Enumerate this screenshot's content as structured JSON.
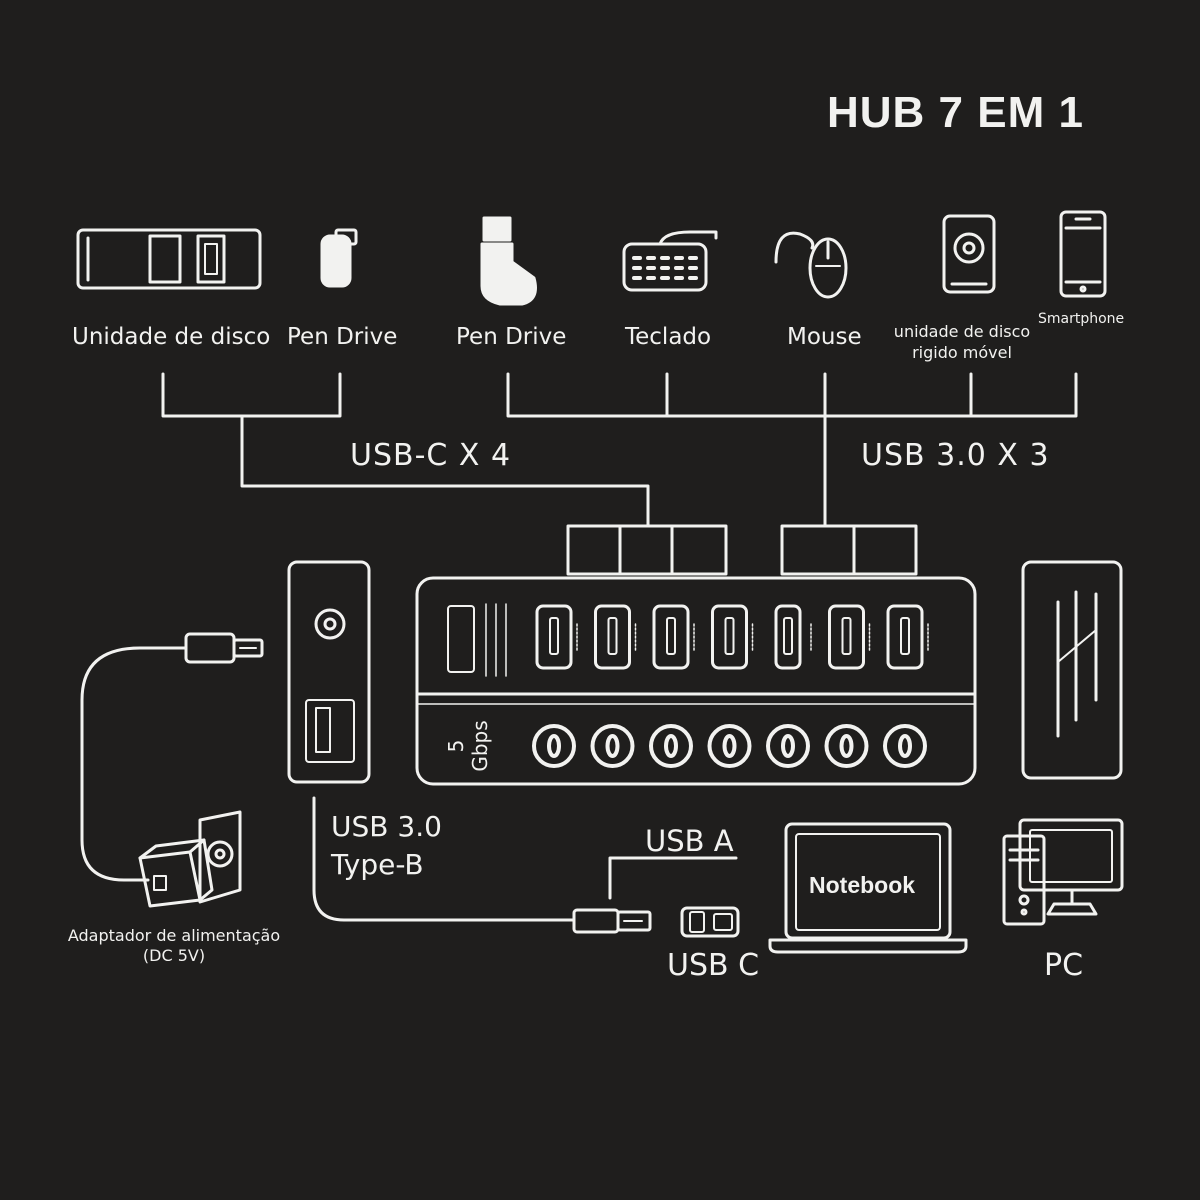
{
  "title": "HUB 7 EM 1",
  "devices": {
    "hard_drive": "Unidade de disco",
    "pen_drive_1": "Pen Drive",
    "pen_drive_2": "Pen Drive",
    "keyboard": "Teclado",
    "mouse": "Mouse",
    "portable_hdd_line1": "unidade de disco",
    "portable_hdd_line2": "rigido móvel",
    "smartphone": "Smartphone"
  },
  "groups": {
    "usb_c": "USB-C X 4",
    "usb_3": "USB 3.0 X 3"
  },
  "hub": {
    "speed_value": "5",
    "speed_unit": "Gbps",
    "port_count": 7
  },
  "connections": {
    "usb30_line1": "USB 3.0",
    "usb30_line2": "Type-B",
    "usb_a": "USB A",
    "usb_c": "USB C",
    "notebook": "Notebook",
    "pc": "PC",
    "adapter_line1": "Adaptador de alimentação",
    "adapter_line2": "(DC 5V)"
  },
  "colors": {
    "background": "#1f1e1d",
    "line": "#f2f2f0"
  }
}
